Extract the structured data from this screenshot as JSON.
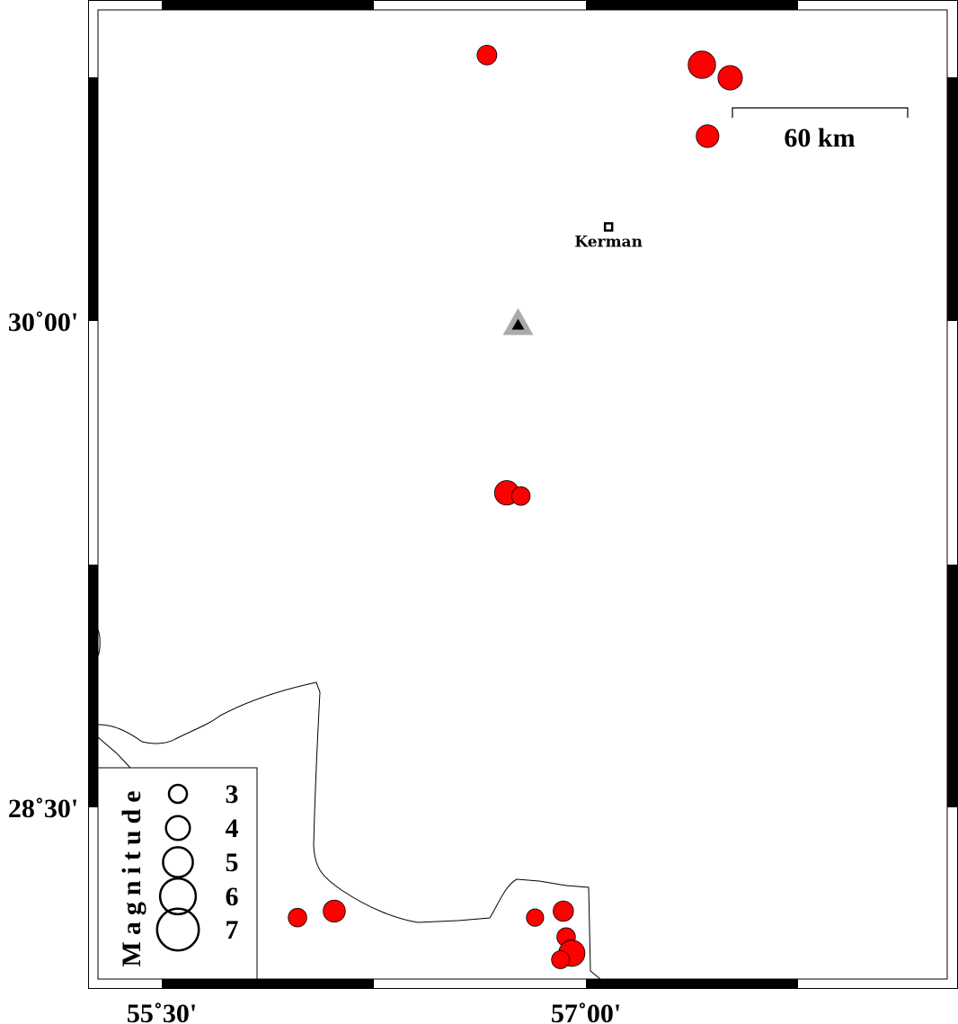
{
  "map": {
    "lon_range": [
      55.25,
      58.32
    ],
    "lat_range": [
      28.0,
      30.99
    ],
    "axis_labels": {
      "x": [
        {
          "value": 55.5,
          "label": "55˚30'"
        },
        {
          "value": 57.0,
          "label": "57˚00'"
        }
      ],
      "y": [
        {
          "value": 30.0,
          "label": "30˚00'"
        },
        {
          "value": 28.5,
          "label": "28˚30'"
        }
      ]
    },
    "scale_bar": {
      "label": "60 km"
    },
    "city": {
      "name": "Kerman",
      "lon": 57.08,
      "lat": 30.29
    },
    "station": {
      "lon": 56.76,
      "lat": 29.99
    },
    "colors": {
      "event_fill": "#ff0000",
      "station_halo": "#aaaaaa",
      "frame": "#000000"
    },
    "events": [
      {
        "lon": 56.65,
        "lat": 30.82,
        "mag": 3.3
      },
      {
        "lon": 57.41,
        "lat": 30.79,
        "mag": 4.6
      },
      {
        "lon": 57.51,
        "lat": 30.75,
        "mag": 4.1
      },
      {
        "lon": 57.43,
        "lat": 30.57,
        "mag": 3.8
      },
      {
        "lon": 56.72,
        "lat": 29.47,
        "mag": 4.1
      },
      {
        "lon": 56.77,
        "lat": 29.46,
        "mag": 3.1
      },
      {
        "lon": 55.98,
        "lat": 28.16,
        "mag": 3.1
      },
      {
        "lon": 56.11,
        "lat": 28.18,
        "mag": 3.7
      },
      {
        "lon": 56.82,
        "lat": 28.16,
        "mag": 2.9
      },
      {
        "lon": 56.92,
        "lat": 28.18,
        "mag": 3.4
      },
      {
        "lon": 56.93,
        "lat": 28.1,
        "mag": 3.1
      },
      {
        "lon": 56.95,
        "lat": 28.05,
        "mag": 4.4
      },
      {
        "lon": 56.91,
        "lat": 28.03,
        "mag": 3.0
      }
    ]
  },
  "legend": {
    "title": "Magnitude",
    "items": [
      {
        "mag": 3,
        "label": "3"
      },
      {
        "mag": 4,
        "label": "4"
      },
      {
        "mag": 5,
        "label": "5"
      },
      {
        "mag": 6,
        "label": "6"
      },
      {
        "mag": 7,
        "label": "7"
      }
    ]
  }
}
